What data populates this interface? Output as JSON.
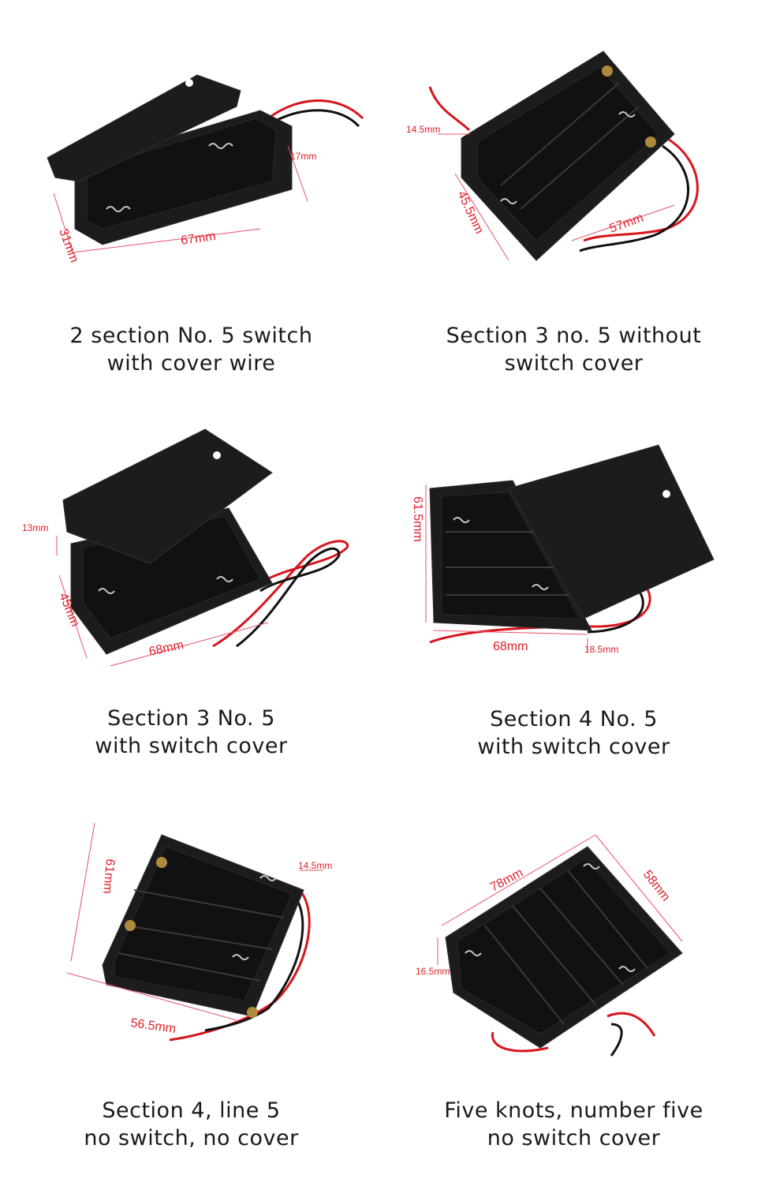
{
  "products": [
    {
      "caption_line1": "2 section No. 5 switch",
      "caption_line2": "with cover wire",
      "dims": [
        "31mm",
        "67mm",
        "17mm"
      ]
    },
    {
      "caption_line1": "Section 3 no. 5 without",
      "caption_line2": "switch cover",
      "dims": [
        "14.5mm",
        "45.5mm",
        "57mm"
      ]
    },
    {
      "caption_line1": "Section 3 No. 5",
      "caption_line2": "with switch cover",
      "dims": [
        "13mm",
        "45mm",
        "68mm"
      ]
    },
    {
      "caption_line1": "Section 4 No. 5",
      "caption_line2": "with switch cover",
      "dims": [
        "61.5mm",
        "68mm",
        "18.5mm"
      ]
    },
    {
      "caption_line1": "Section 4, line 5",
      "caption_line2": "no switch, no cover",
      "dims": [
        "61mm",
        "14.5mm",
        "56.5mm"
      ]
    },
    {
      "caption_line1": "Five knots, number five",
      "caption_line2": "no switch cover",
      "dims": [
        "78mm",
        "58mm",
        "16.5mm"
      ]
    }
  ],
  "colors": {
    "dimension_text": "#e0202a",
    "caption_text": "#1a1a1a",
    "holder_body": "#1c1c1c"
  }
}
